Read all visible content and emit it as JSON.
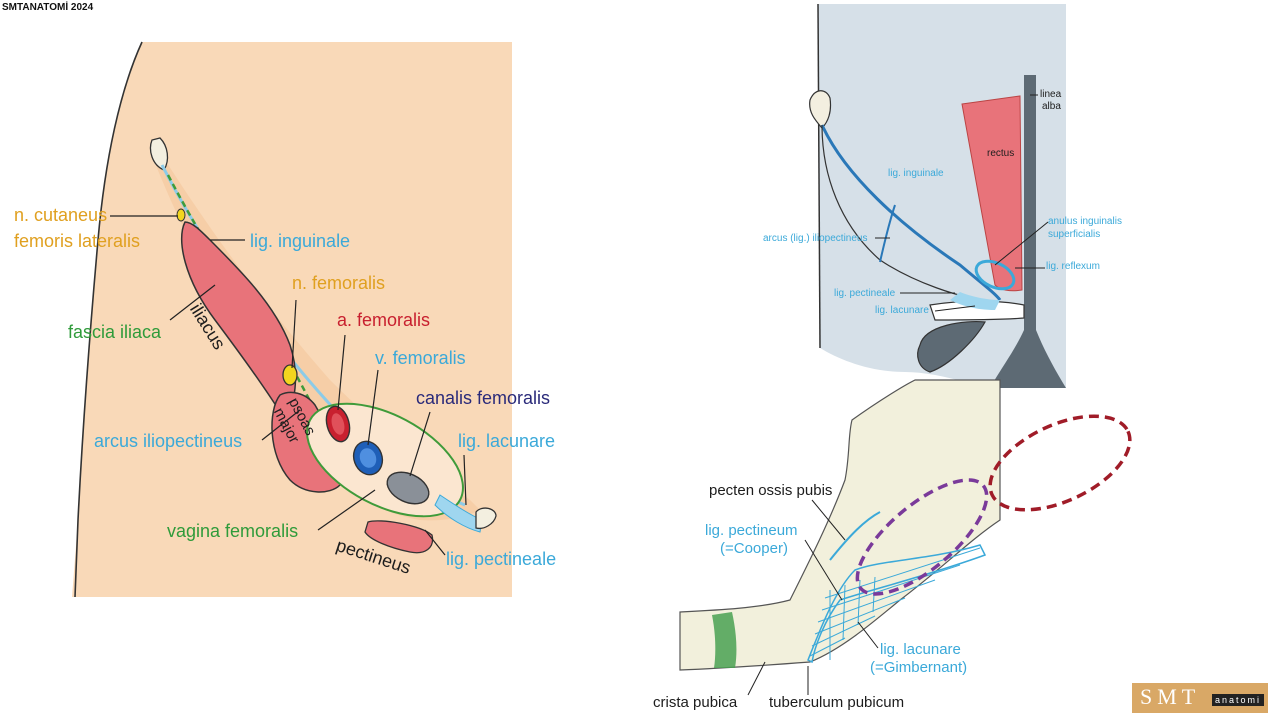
{
  "watermark": "SMTANATOMİ 2024",
  "left_diagram": {
    "n_cutaneus_line1": "n. cutaneus",
    "n_cutaneus_line2": "femoris lateralis",
    "lig_inguinale": "lig. inguinale",
    "n_femoralis": "n. femoralis",
    "fascia_iliaca": "fascia iliaca",
    "a_femoralis": "a. femoralis",
    "v_femoralis": "v. femoralis",
    "canalis_femoralis": "canalis femoralis",
    "arcus_iliopectineus": "arcus iliopectineus",
    "lig_lacunare": "lig. lacunare",
    "vagina_femoralis": "vagina femoralis",
    "lig_pectineale": "lig. pectineale",
    "iliacus": "iliacus",
    "psoas_major_line1": "psoas",
    "psoas_major_line2": "major",
    "pectineus": "pectineus"
  },
  "top_right_diagram": {
    "linea_alba_line1": "linea",
    "linea_alba_line2": "alba",
    "rectus": "rectus",
    "lig_inguinale": "lig. inguinale",
    "anulus_line1": "anulus inguinalis",
    "anulus_line2": "superficialis",
    "arcus_lig_iliopectineus": "arcus (lig.) iliopectineus",
    "lig_reflexum": "lig. reflexum",
    "lig_pectineale": "lig. pectineale",
    "lig_lacunare": "lig. lacunare"
  },
  "bottom_right_diagram": {
    "pecten_ossis_pubis": "pecten ossis pubis",
    "lig_pectineum_line1": "lig. pectineum",
    "lig_pectineum_line2": "(=Cooper)",
    "lig_lacunare_line1": "lig. lacunare",
    "lig_lacunare_line2": "(=Gimbernant)",
    "crista_pubica": "crista pubica",
    "tuberculum_pubicum": "tuberculum pubicum"
  },
  "logo": {
    "main": "SMT",
    "sub": "anatomi"
  }
}
